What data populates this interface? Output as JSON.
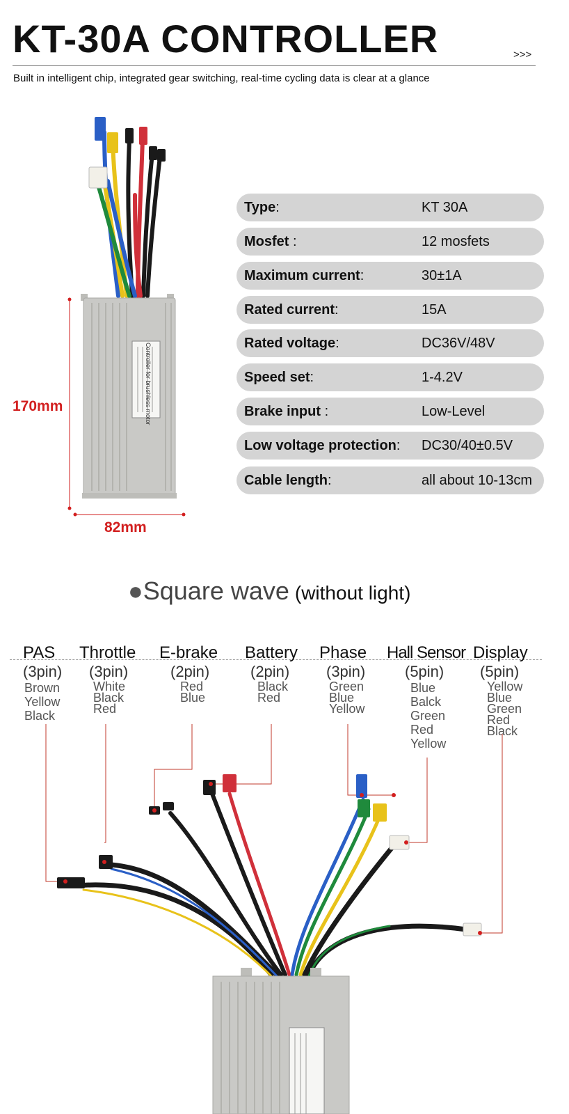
{
  "header": {
    "title": "KT-30A CONTROLLER",
    "more": ">>>",
    "subtitle": "Built in intelligent chip, integrated gear switching, real-time cycling data is clear at a glance"
  },
  "dimensions": {
    "height": "170mm",
    "width": "82mm"
  },
  "label_sticker": {
    "title": "Controller for brushless motor"
  },
  "specs": [
    {
      "label": "Type",
      "sep": ":",
      "value": "KT 30A"
    },
    {
      "label": "Mosfet",
      "sep": " :",
      "value": "12 mosfets"
    },
    {
      "label": "Maximum current",
      "sep": ":",
      "value": "30±1A"
    },
    {
      "label": "Rated current",
      "sep": ":",
      "value": "15A"
    },
    {
      "label": "Rated voltage",
      "sep": ":",
      "value": "DC36V/48V"
    },
    {
      "label": "Speed set",
      "sep": ":",
      "value": "1-4.2V"
    },
    {
      "label": "Brake input",
      "sep": " :",
      "value": "Low-Level"
    },
    {
      "label": "Low voltage protection",
      "sep": ":",
      "value": "DC30/40±0.5V"
    },
    {
      "label": "Cable length",
      "sep": ":",
      "value": "all about 10-13cm"
    }
  ],
  "section": {
    "dot": "●",
    "title": "Square wave",
    "note": "(without light)"
  },
  "connectors": [
    {
      "name": "PAS",
      "pins": "(3pin)",
      "wires": [
        "Brown",
        "Yellow",
        "Black"
      ]
    },
    {
      "name": "Throttle",
      "pins": "(3pin)",
      "wires": [
        "White",
        "Black",
        "Red"
      ]
    },
    {
      "name": "E-brake",
      "pins": "(2pin)",
      "wires": [
        "Red",
        "Blue"
      ]
    },
    {
      "name": "Battery",
      "pins": "(2pin)",
      "wires": [
        "Black",
        "Red"
      ]
    },
    {
      "name": "Phase",
      "pins": "(3pin)",
      "wires": [
        "Green",
        "Blue",
        "Yellow"
      ]
    },
    {
      "name": "Hall Sensor",
      "pins": "(5pin)",
      "wires": [
        "Blue",
        "Balck",
        "Green",
        "Red",
        "Yellow"
      ]
    },
    {
      "name": "Display",
      "pins": "(5pin)",
      "wires": [
        "Yellow",
        "Blue",
        "Green",
        "Red",
        "Black"
      ]
    }
  ],
  "colors": {
    "accent": "#d21f1f",
    "pill": "#d4d4d4",
    "housing": "#c9c9c6",
    "wire_blue": "#2a5fc6",
    "wire_yellow": "#e8c21a",
    "wire_green": "#1f8a3c",
    "wire_red": "#d0303a",
    "wire_black": "#1a1a1a"
  }
}
